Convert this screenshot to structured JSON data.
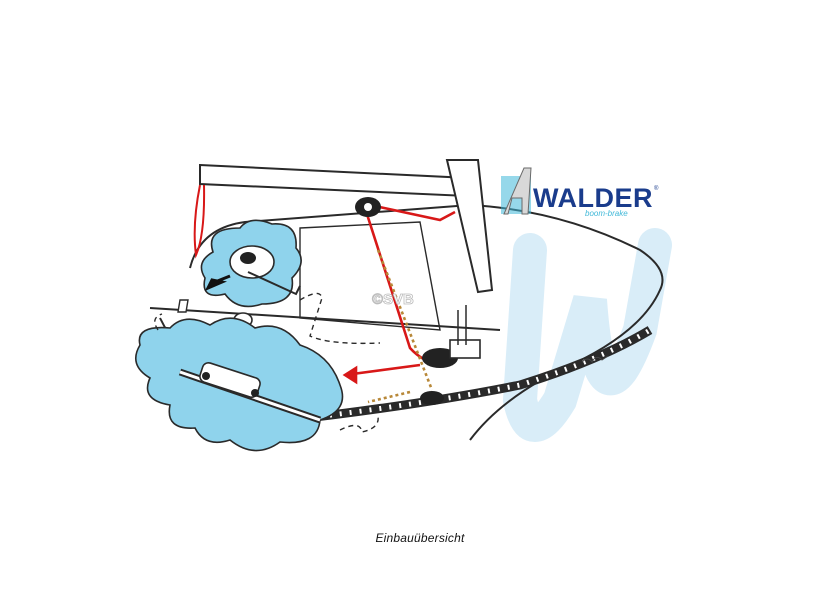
{
  "logo": {
    "brand": "WALDER",
    "tagline": "boom-brake",
    "registered": "®"
  },
  "watermark": "©SVB",
  "caption": "Einbauübersicht",
  "colors": {
    "outline": "#2a2a2a",
    "cloud": "#8fd3ec",
    "watermark_w": "#d9edf8",
    "line_red": "#d81818",
    "line_brown": "#b88838",
    "logo_blue": "#1a3c8c",
    "logo_teal": "#3fb8d8"
  }
}
